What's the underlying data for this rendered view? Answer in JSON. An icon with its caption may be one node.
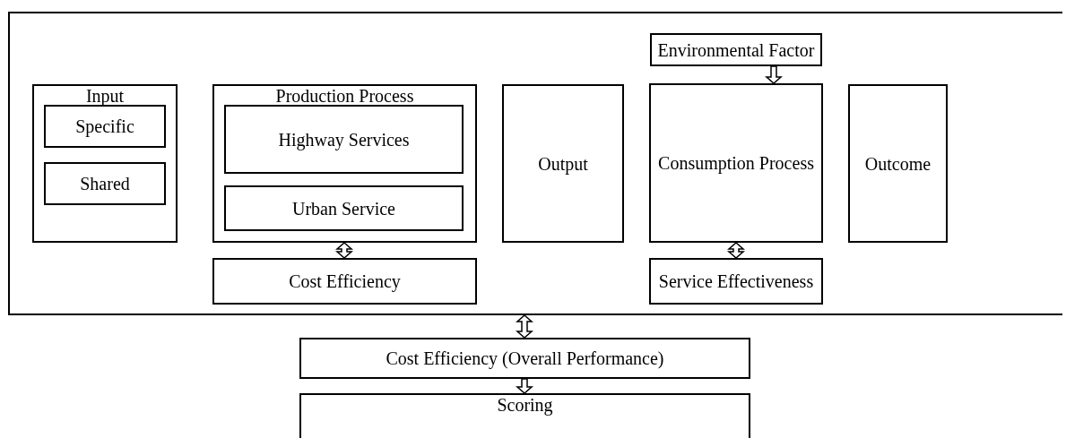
{
  "diagram": {
    "nodes": [
      {
        "text": [],
        "shape": "box"
      },
      {
        "text": [
          "Input"
        ],
        "in": 0
      },
      {
        "text": [
          "Specific"
        ],
        "in": 1
      },
      {
        "text": [
          "Shared"
        ],
        "in": 1
      },
      {
        "text": [
          "Production Process"
        ],
        "in": 0
      },
      {
        "text": [
          "Highway Services"
        ],
        "in": 4
      },
      {
        "text": [
          "Urban Service"
        ],
        "in": 4
      },
      {
        "text": [
          "Output"
        ],
        "in": 0
      },
      {
        "text": [
          "Environmental Factor"
        ],
        "in": 0
      },
      {
        "text": [
          "Consumption Process"
        ],
        "in": 0
      },
      {
        "text": [
          "Outcome"
        ],
        "in": 0
      },
      {
        "text": [
          "Cost Efficiency"
        ],
        "in": 0
      },
      {
        "text": [
          "Service Effectiveness"
        ],
        "in": 0
      },
      {
        "text": [
          "Cost Efficiency (Overall Performance)"
        ]
      },
      {
        "text": [
          "Scoring"
        ]
      }
    ],
    "edges": [
      {
        "from": 8,
        "to": 9,
        "arrow": "to"
      },
      {
        "from": 4,
        "to": 11,
        "arrow": "both"
      },
      {
        "from": 9,
        "to": 12,
        "arrow": "both"
      },
      {
        "from": 0,
        "to": 13,
        "arrow": "both"
      },
      {
        "from": 13,
        "to": 14,
        "arrow": "to"
      }
    ]
  }
}
